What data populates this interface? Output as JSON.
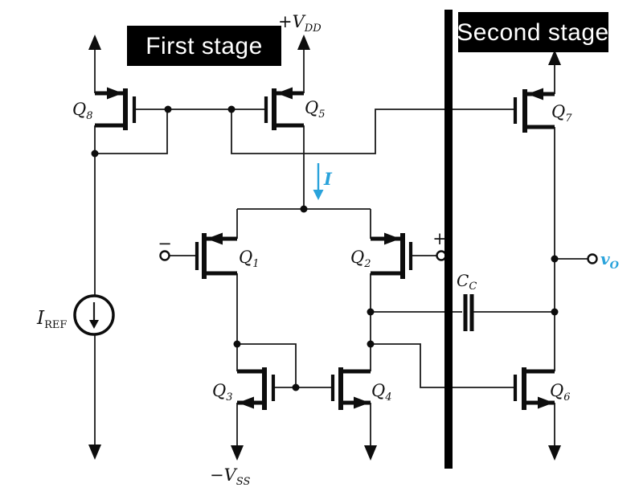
{
  "figure": {
    "type": "circuit-schematic",
    "description": "Two-stage CMOS operational amplifier",
    "background": "#ffffff"
  },
  "colors": {
    "line": "#1a1a1a",
    "device": "#0d0d0d",
    "accent_cyan": "#2aa3db",
    "stage_label_bg": "#000000",
    "stage_label_fg": "#ffffff"
  },
  "stages": {
    "first": "First stage",
    "second": "Second stage"
  },
  "power": {
    "vdd_sign": "+",
    "vdd_letter": "V",
    "vdd_sub": "DD",
    "vss_sign": "−",
    "vss_letter": "V",
    "vss_sub": "SS"
  },
  "current_source": {
    "letter": "I",
    "sub": "REF"
  },
  "tail_current": {
    "label": "I"
  },
  "compensation_cap": {
    "letter": "C",
    "sub": "C"
  },
  "output_terminal": {
    "letter": "v",
    "sub": "O"
  },
  "input_terminals": {
    "inverting": "−",
    "noninverting": "+"
  },
  "transistors": {
    "q1": {
      "main": "Q",
      "sub": "1"
    },
    "q2": {
      "main": "Q",
      "sub": "2"
    },
    "q3": {
      "main": "Q",
      "sub": "3"
    },
    "q4": {
      "main": "Q",
      "sub": "4"
    },
    "q5": {
      "main": "Q",
      "sub": "5"
    },
    "q6": {
      "main": "Q",
      "sub": "6"
    },
    "q7": {
      "main": "Q",
      "sub": "7"
    },
    "q8": {
      "main": "Q",
      "sub": "8"
    }
  }
}
